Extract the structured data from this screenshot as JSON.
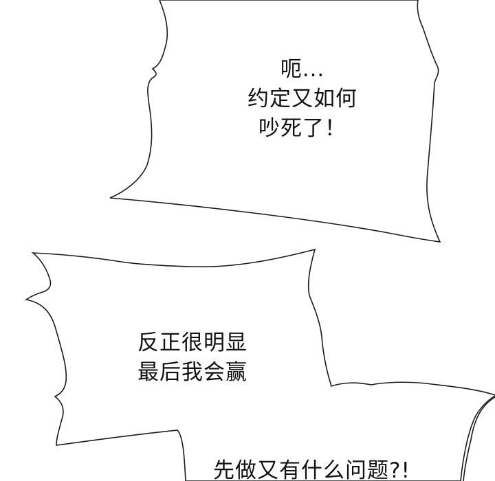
{
  "colors": {
    "background": "#ffffff",
    "outline": "#1a1a1a",
    "text": "#111111"
  },
  "bubbles": [
    {
      "lines": [
        "呃...",
        "约定又如何",
        "吵死了！"
      ]
    },
    {
      "lines": [
        "反正很明显",
        "最后我会赢"
      ]
    },
    {
      "lines": [
        "先做又有什么问题?!"
      ]
    }
  ]
}
